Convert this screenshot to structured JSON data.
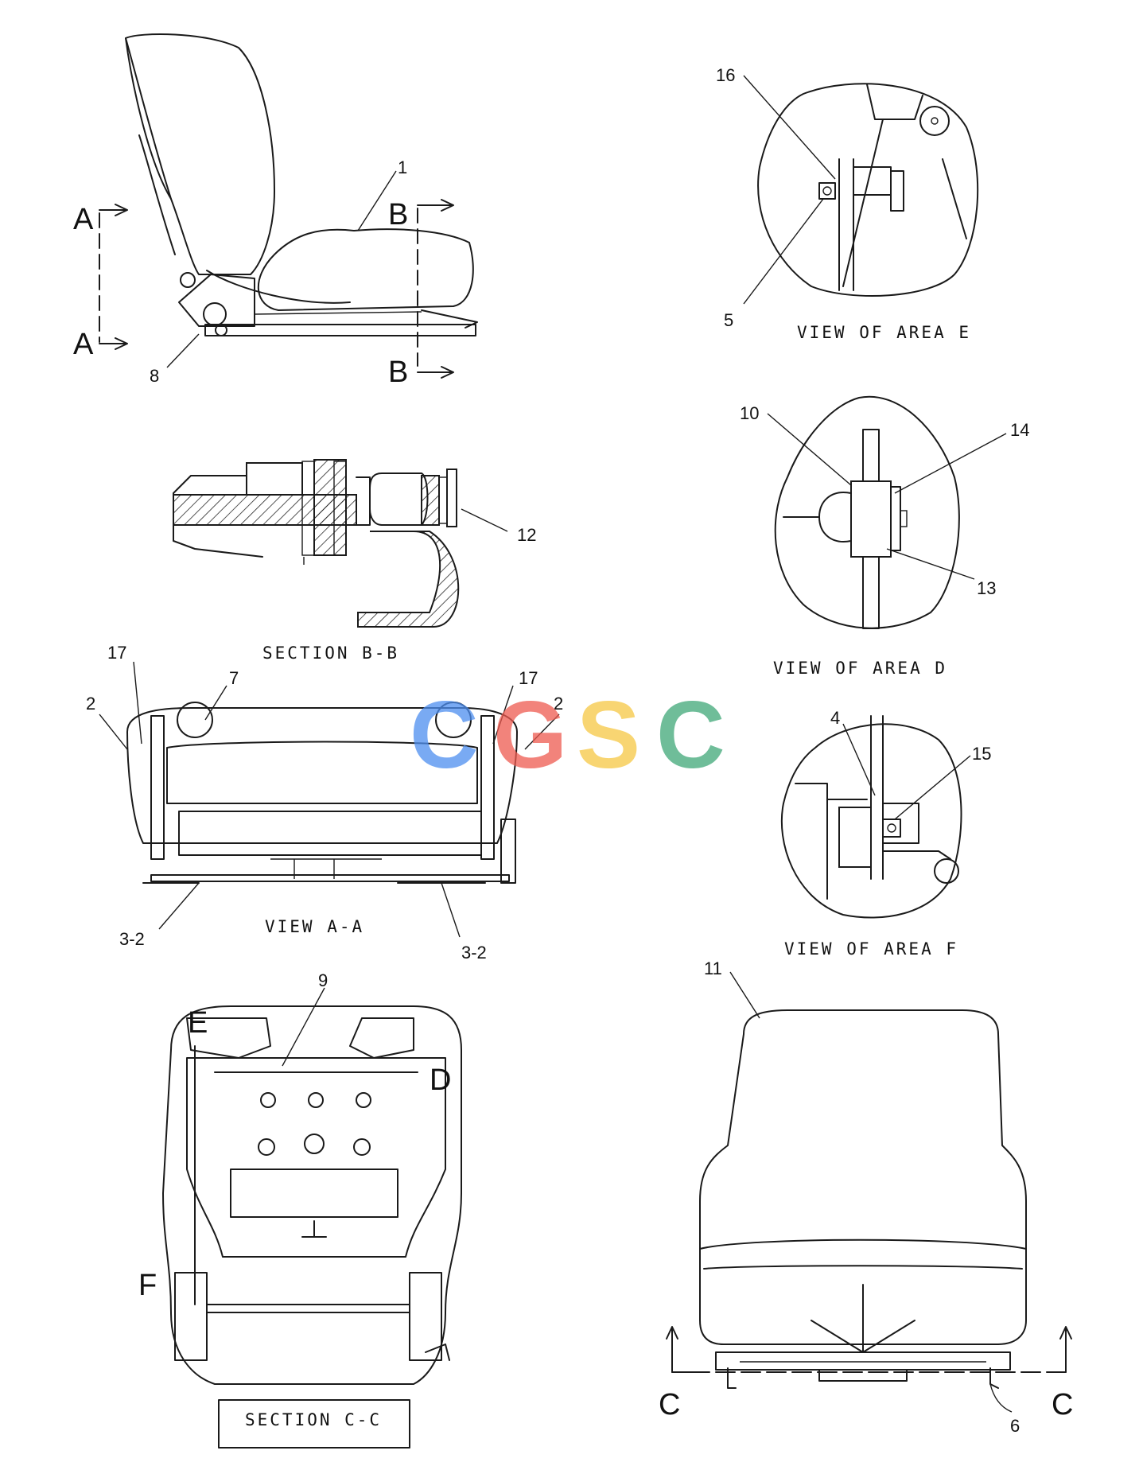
{
  "callouts": {
    "c1": "1",
    "c2a": "2",
    "c2b": "2",
    "c3a": "3-2",
    "c3b": "3-2",
    "c4": "4",
    "c5": "5",
    "c6": "6",
    "c7": "7",
    "c8": "8",
    "c9": "9",
    "c10": "10",
    "c11": "11",
    "c12": "12",
    "c13": "13",
    "c14": "14",
    "c15": "15",
    "c16": "16",
    "c17a": "17",
    "c17b": "17"
  },
  "section_letters": {
    "a_top": "A",
    "a_bot": "A",
    "b_top": "B",
    "b_bot": "B",
    "c_left": "C",
    "c_right": "C",
    "d": "D",
    "e": "E",
    "f": "F"
  },
  "captions": {
    "area_e": "VIEW OF AREA E",
    "section_bb": "SECTION B-B",
    "area_d": "VIEW OF AREA D",
    "view_aa": "VIEW A-A",
    "area_f": "VIEW OF AREA F",
    "section_cc": "SECTION C-C"
  },
  "watermark": {
    "letters": [
      "C",
      "G",
      "S",
      "C"
    ],
    "colors": [
      "#4d8ef0",
      "#ee5a50",
      "#f6c844",
      "#3fa878"
    ]
  }
}
